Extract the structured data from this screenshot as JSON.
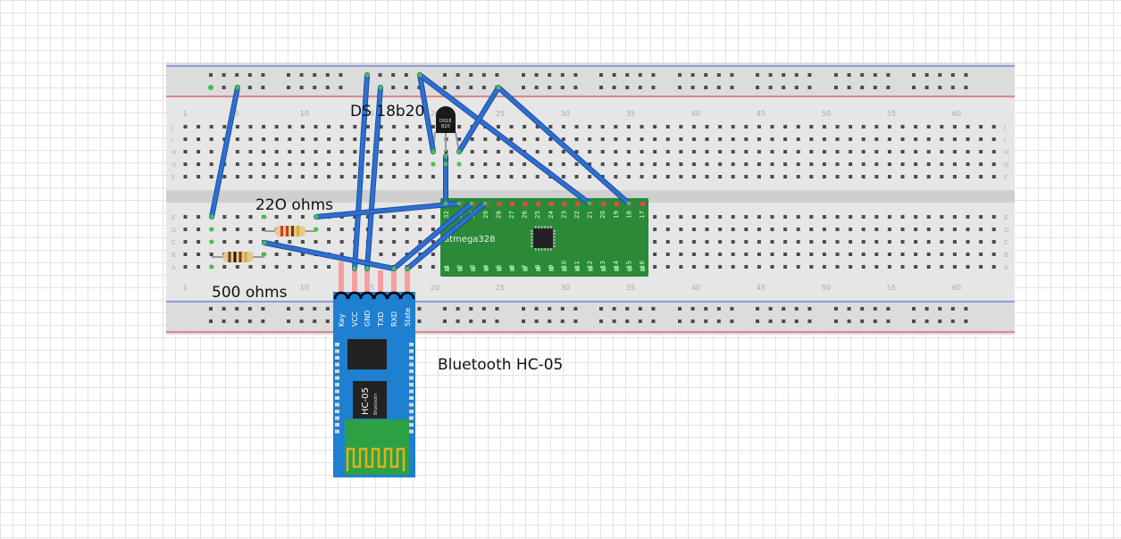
{
  "labels": {
    "ds18b20": "DS 18b20",
    "r220": "22O ohms",
    "r500": "500 ohms",
    "bluetooth": "Bluetooth HC-05"
  },
  "sensor": {
    "marking": "DS18B20"
  },
  "mcu": {
    "name": "atmega328",
    "top_pins": [
      "32",
      "31",
      "30",
      "29",
      "28",
      "27",
      "26",
      "25",
      "24",
      "23",
      "22",
      "21",
      "20",
      "19",
      "18",
      "17"
    ],
    "bottom_pins": [
      "1",
      "2",
      "3",
      "4",
      "5",
      "6",
      "7",
      "8",
      "9",
      "10",
      "11",
      "12",
      "13",
      "14",
      "15",
      "16"
    ]
  },
  "hc05": {
    "pins": [
      "Key",
      "VCC",
      "GND",
      "TXD",
      "RXD",
      "State"
    ],
    "name": "HC-05",
    "sub": "Bluetooth"
  },
  "breadboard": {
    "column_numbers": [
      "1",
      "5",
      "10",
      "15",
      "20",
      "25",
      "30",
      "35",
      "40",
      "45",
      "50",
      "55",
      "60"
    ],
    "row_letters_top": [
      "J",
      "I",
      "H",
      "G",
      "F"
    ],
    "row_letters_bottom": [
      "E",
      "D",
      "C",
      "B",
      "A"
    ]
  },
  "colors": {
    "wire": "#2f6fd1",
    "wire_edge": "#1c4f9e",
    "mcu_board": "#2a8a38",
    "hc05_board": "#1f7fd0",
    "rail_red": "#d9363e",
    "rail_blue": "#3b5fcf"
  }
}
